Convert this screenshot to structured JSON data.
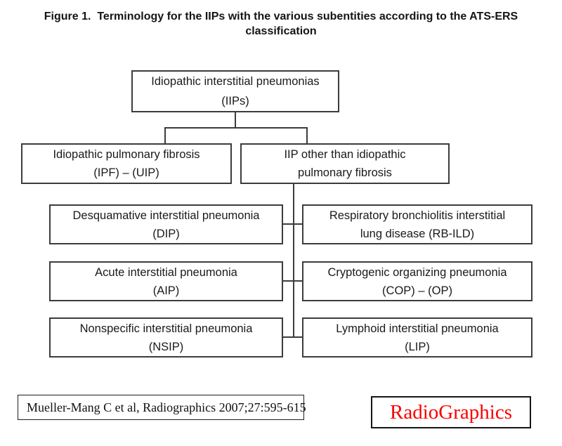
{
  "title": {
    "lines": [
      "Figure 1.  Terminology for the IIPs with the various subentities according to the ATS-ERS",
      "classification"
    ]
  },
  "nodes": {
    "root": {
      "line1": "Idiopathic interstitial pneumonias",
      "line2": "(IIPs)"
    },
    "ipf": {
      "line1": "Idiopathic pulmonary fibrosis",
      "line2": "(IPF) – (UIP)"
    },
    "iip_other": {
      "line1": "IIP other than idiopathic",
      "line2": "pulmonary fibrosis"
    },
    "dip": {
      "line1": "Desquamative interstitial pneumonia",
      "line2": "(DIP)"
    },
    "rbild": {
      "line1": "Respiratory bronchiolitis interstitial",
      "line2": "lung disease (RB-ILD)"
    },
    "aip": {
      "line1": "Acute interstitial pneumonia",
      "line2": "(AIP)"
    },
    "cop": {
      "line1": "Cryptogenic organizing pneumonia",
      "line2": "(COP) – (OP)"
    },
    "nsip": {
      "line1": "Nonspecific interstitial pneumonia",
      "line2": "(NSIP)"
    },
    "lip": {
      "line1": "Lymphoid interstitial pneumonia",
      "line2": "(LIP)"
    }
  },
  "footer": {
    "citation": "Mueller-Mang C et al, Radiographics 2007;27:595-615",
    "logo": "RadioGraphics"
  },
  "colors": {
    "logo_red": "#fb0000",
    "line": "#3c3c3c"
  }
}
